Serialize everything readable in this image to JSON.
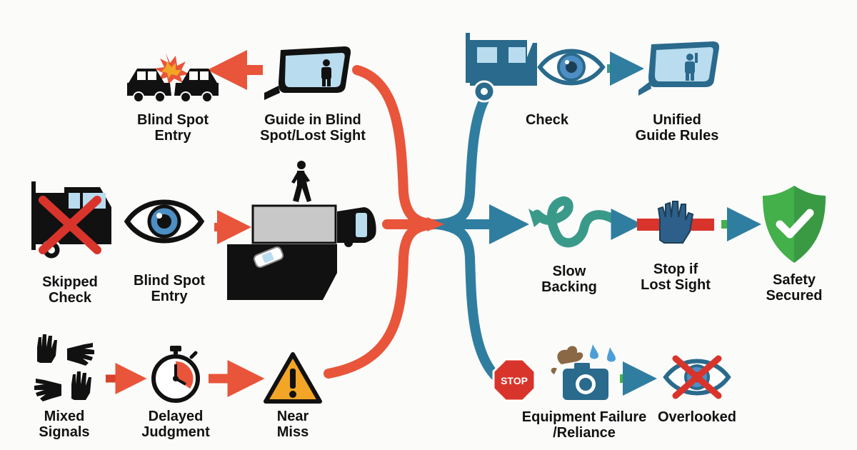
{
  "colors": {
    "danger": "#e8553a",
    "danger_dark": "#d8412b",
    "safe": "#2f7ea0",
    "safe_dark": "#2a6a8c",
    "teal": "#3a9a8a",
    "success": "#43b04a",
    "ink": "#111111",
    "mirror_glass": "#b9dcef",
    "stop_red": "#d9342b",
    "warning_yellow": "#f2a526"
  },
  "left_flow": {
    "row1": {
      "guide_lost": {
        "line1": "Guide in Blind",
        "line2": "Spot/Lost Sight",
        "icon": "mirror-person-icon"
      },
      "blind_entry": {
        "line1": "Blind Spot",
        "line2": "Entry",
        "icon": "car-collision-icon"
      }
    },
    "row2": {
      "skipped_check": {
        "line1": "Skipped",
        "line2": "Check",
        "icon": "truck-crossed-icon"
      },
      "blind_entry": {
        "line1": "Blind Spot",
        "line2": "Entry",
        "icon": "eye-icon"
      },
      "scene": {
        "icon": "truck-blind-zone-icon"
      }
    },
    "row3": {
      "mixed_signals": {
        "line1": "Mixed",
        "line2": "Signals",
        "icon": "hands-icon"
      },
      "delayed_judgment": {
        "line1": "Delayed",
        "line2": "Judgment",
        "icon": "stopwatch-icon"
      },
      "near_miss": {
        "line1": "Near",
        "line2": "Miss",
        "icon": "warning-icon"
      }
    }
  },
  "right_flow": {
    "row1": {
      "check": {
        "line1": "Check",
        "icon": "eye-icon"
      },
      "unified_rules": {
        "line1": "Unified",
        "line2": "Guide Rules",
        "icon": "mirror-person-icon"
      }
    },
    "row2": {
      "slow_backing": {
        "line1": "Slow",
        "line2": "Backing",
        "icon": "curvy-arrow-icon"
      },
      "stop_lost": {
        "line1": "Stop if",
        "line2": "Lost Sight",
        "icon": "stop-hand-icon"
      },
      "safety_secured": {
        "line1": "Safety",
        "line2": "Secured",
        "icon": "shield-check-icon"
      }
    },
    "row3": {
      "stop_sign": {
        "text": "STOP",
        "icon": "stop-sign-icon"
      },
      "equipment_failure": {
        "line1": "Equipment Failure",
        "line2": "/Reliance",
        "icon": "camera-icon"
      },
      "overlooked": {
        "line1": "Overlooked",
        "icon": "eye-crossed-icon"
      }
    }
  }
}
